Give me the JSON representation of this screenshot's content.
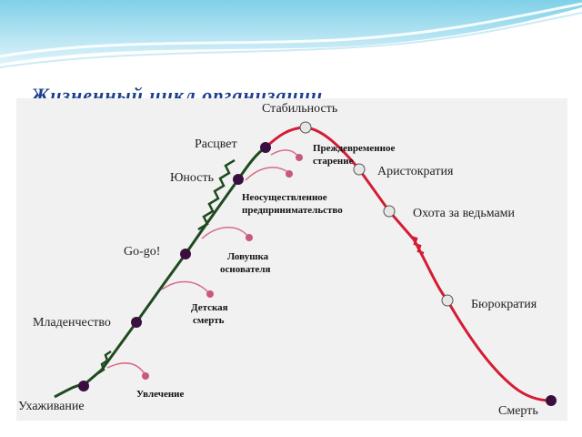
{
  "slide": {
    "title": "Жизненный цикл организации"
  },
  "lifecycle": {
    "growth_stages": [
      {
        "key": "courtship",
        "label": "Ухаживание"
      },
      {
        "key": "infancy",
        "label": "Младенчество"
      },
      {
        "key": "gogo",
        "label": "Go-go!"
      },
      {
        "key": "adolescence",
        "label": "Юность"
      },
      {
        "key": "prime",
        "label": "Расцвет"
      }
    ],
    "peak_stage": {
      "key": "stability",
      "label": "Стабильность"
    },
    "aging_stages": [
      {
        "key": "aristocracy",
        "label": "Аристократия"
      },
      {
        "key": "witch_hunt",
        "label": "Охота за ведьмами"
      },
      {
        "key": "bureaucracy",
        "label": "Бюрократия"
      },
      {
        "key": "death",
        "label": "Смерть"
      }
    ],
    "pitfalls": [
      {
        "key": "affair",
        "lines": [
          "Увлечение"
        ]
      },
      {
        "key": "infant_mortality",
        "lines": [
          "Детская",
          "смерть"
        ]
      },
      {
        "key": "founder_trap",
        "lines": [
          "Ловушка",
          "основателя"
        ]
      },
      {
        "key": "unfulfilled_entrepreneurship",
        "lines": [
          "Неосуществленное",
          "предпринимательство"
        ]
      },
      {
        "key": "premature_aging",
        "lines": [
          "Преждевременное",
          "старение"
        ]
      }
    ]
  },
  "colors": {
    "growth_curve": "#1f4a1f",
    "aging_curve": "#d41c34",
    "stage_dot": "#3a0f3f",
    "peak_dot": "#e6e6e6",
    "aging_dot": "#e6e6e6",
    "pitfall_line": "#d96b86",
    "pitfall_dot": "#c9587a",
    "title": "#1d3f8f",
    "panel": "#f1f1f1"
  }
}
